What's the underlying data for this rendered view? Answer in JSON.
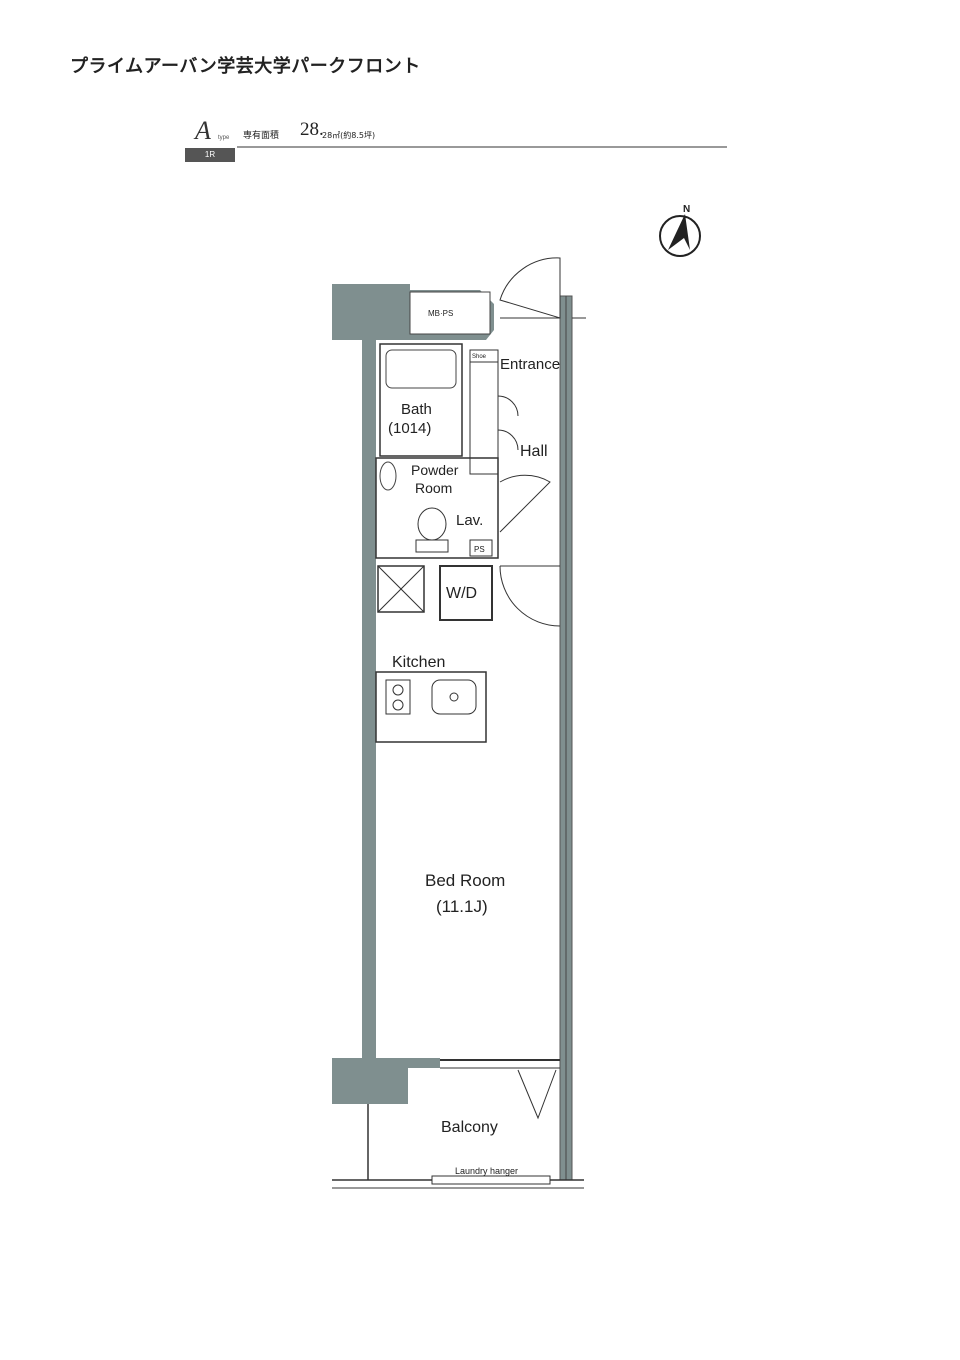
{
  "header": {
    "building_name": "プライムアーバン学芸大学パークフロント",
    "type_letter": "A",
    "type_code": "type",
    "layout_badge": "1R",
    "area_label": "専有面積",
    "area_value": "28.",
    "area_unit": "28㎡(約8.5坪)"
  },
  "rooms": {
    "mb_ps": "MB·PS",
    "entrance": "Entrance",
    "shoe": "Shoe",
    "bath": "Bath",
    "bath_size": "(1014)",
    "hall": "Hall",
    "powder_room_1": "Powder",
    "powder_room_2": "Room",
    "lav": "Lav.",
    "ps": "PS",
    "wd": "W/D",
    "kitchen": "Kitchen",
    "bed_room": "Bed Room",
    "bed_room_size": "(11.1J)",
    "balcony": "Balcony",
    "laundry": "Laundry hanger"
  },
  "compass": {
    "label": "N"
  },
  "colors": {
    "wall": "#7f8f8f",
    "wall_dark": "#6b7a7a",
    "line": "#333333"
  }
}
